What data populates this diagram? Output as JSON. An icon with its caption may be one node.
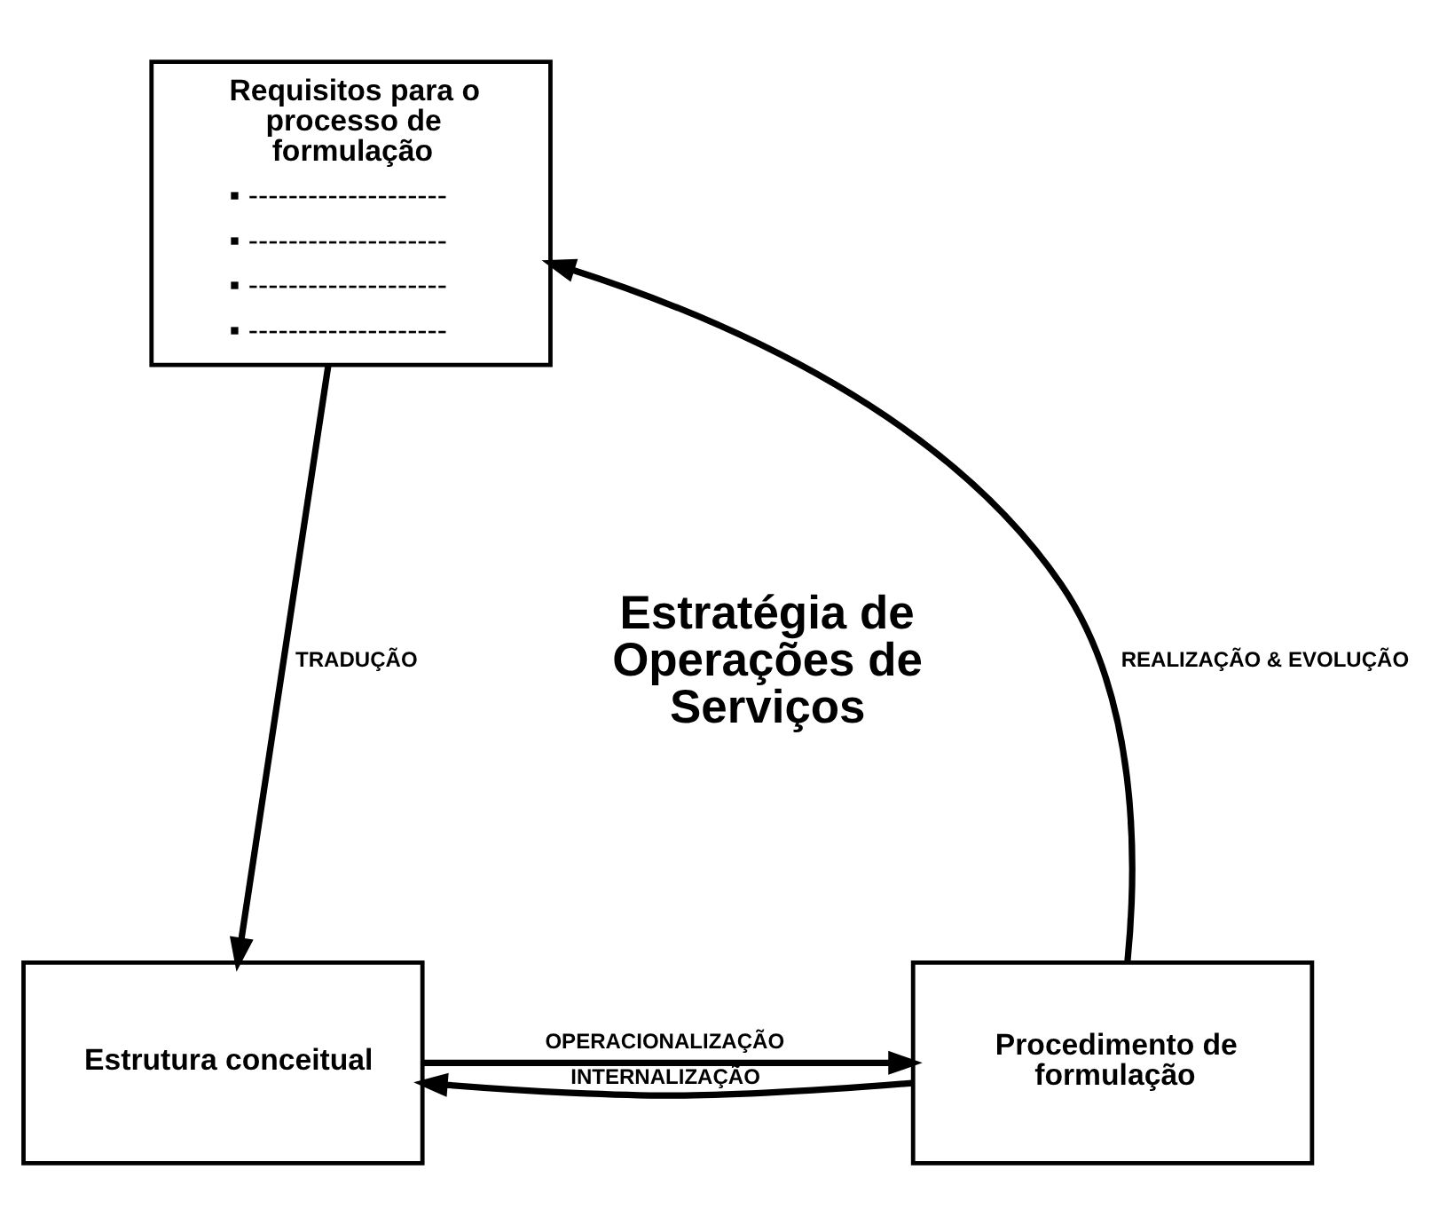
{
  "diagram": {
    "nodes": [
      {
        "text": [
          "Requisitos para o processo de formulação",
          "▪ --------------------",
          "▪ --------------------",
          "▪ --------------------",
          "▪ --------------------"
        ]
      },
      {
        "text": [
          "Estrutura conceitual"
        ]
      },
      {
        "text": [
          "Procedimento de formulação"
        ]
      }
    ],
    "edges": [
      {
        "from": 0,
        "to": 1,
        "arrow": "to",
        "label": "TRADUÇÃO"
      },
      {
        "from": 2,
        "to": 0,
        "arrow": "to",
        "label": "REALIZAÇÃO & EVOLUÇÃO"
      },
      {
        "from": 1,
        "to": 2,
        "arrow": "to",
        "label": "OPERACIONALIZAÇÃO"
      },
      {
        "from": 2,
        "to": 1,
        "arrow": "to",
        "label": "INTERNALIZAÇÃO"
      }
    ],
    "labels": [
      "Estratégia de Operações de Serviços"
    ]
  }
}
